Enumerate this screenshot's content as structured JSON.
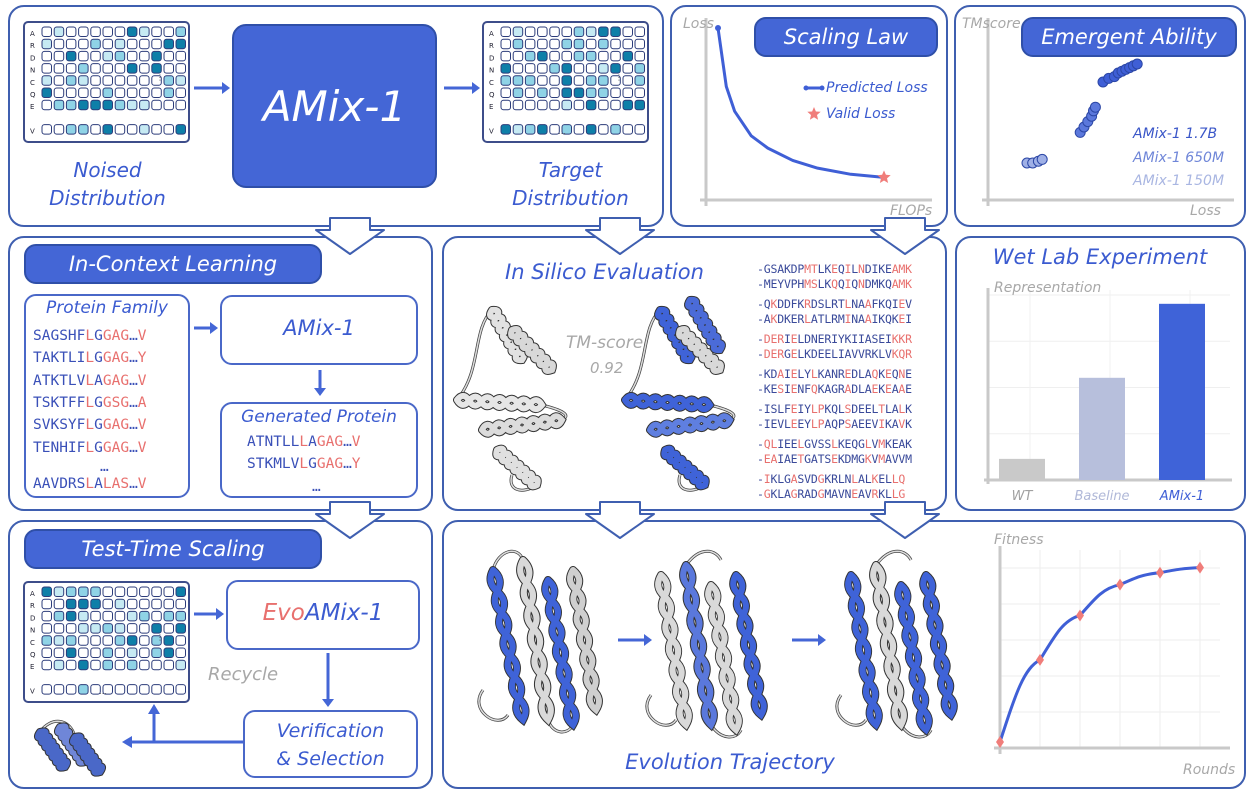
{
  "top": {
    "amix_box": "AMix-1",
    "noised_label_1": "Noised",
    "noised_label_2": "Distribution",
    "target_label_1": "Target",
    "target_label_2": "Distribution",
    "msa_rows": [
      "A",
      "R",
      "D",
      "N",
      "C",
      "Q",
      "E",
      "",
      "V"
    ]
  },
  "scaling": {
    "title": "Scaling Law",
    "ylabel": "Loss",
    "xlabel": "FLOPs",
    "legend_line": "Predicted Loss",
    "legend_star": "Valid Loss"
  },
  "emergent": {
    "title": "Emergent Ability",
    "ylabel": "TMscore",
    "xlabel": "Loss",
    "legend": [
      "AMix-1 1.7B",
      "AMix-1 650M",
      "AMix-1 150M"
    ]
  },
  "icl": {
    "title": "In-Context Learning",
    "family_label": "Protein Family",
    "family_seqs": [
      {
        "a": "SAGSHF",
        "b": "L",
        "c": "G",
        "d": "GAG",
        "e": "…",
        "f": "V"
      },
      {
        "a": "TAKTLI",
        "b": "L",
        "c": "G",
        "d": "GAG",
        "e": "…",
        "f": "Y"
      },
      {
        "a": "ATKTLV",
        "b": "L",
        "c": "A",
        "d": "GAG",
        "e": "…",
        "f": "V"
      },
      {
        "a": "TSKTFF",
        "b": "L",
        "c": "G",
        "d": "GSG",
        "e": "…",
        "f": "A"
      },
      {
        "a": "SVKSYF",
        "b": "L",
        "c": "G",
        "d": "GAG",
        "e": "…",
        "f": "V"
      },
      {
        "a": "TENHIF",
        "b": "L",
        "c": "G",
        "d": "GAG",
        "e": "…",
        "f": "V"
      }
    ],
    "family_dots": "…",
    "family_last": {
      "a": "AAVDRS",
      "b": "L",
      "c": "A",
      "d": "LAS",
      "e": "…",
      "f": "V"
    },
    "amix_label": "AMix-1",
    "generated_label": "Generated Protein",
    "generated_seqs": [
      {
        "a": "ATNTLL",
        "b": "L",
        "c": "A",
        "d": "GAG",
        "e": "…",
        "f": "V"
      },
      {
        "a": "STKMLV",
        "b": "L",
        "c": "G",
        "d": "GAG",
        "e": "…",
        "f": "Y"
      }
    ],
    "generated_dots": "…"
  },
  "insilico": {
    "title": "In Silico Evaluation",
    "tm_label": "TM-score",
    "tm_value": "0.92",
    "alignments": [
      [
        "-GSAKDPMTLKEQILNDIKEAMK",
        "-MEYVPHMSLKQQIQNDMKQAMK"
      ],
      [
        "-QKDDFKRDSLRTLNAAFKQIEV",
        "-AKDKERLATLRMINAAIKQKEI"
      ],
      [
        "-DERIELDNERIYKIIASEIKKR",
        "-DERGELKDEELIAVVRKLVKQR"
      ],
      [
        "-KDAIELYLKANREDLAQKEQNE",
        "-KESIENFQKAGRADLAEKEAAE"
      ],
      [
        "-ISLFEIYLPKQLSDEELTLALK",
        "-IEVLEEYLPAQPSAEEVIKAVK"
      ],
      [
        "-QLIEELGVSSLKEQGLVMKEAK",
        "-EAIAETGATSEKDMGKVMAVVM"
      ],
      [
        "-IKLGASVDGKRLNLALKELLQ",
        "-GKLAGRADGMAVNEAVRKLLG"
      ]
    ]
  },
  "wetlab": {
    "title": "Wet Lab Experiment",
    "ylabel": "Representation"
  },
  "chart_data": [
    {
      "type": "bar",
      "title": "Wet Lab Experiment",
      "ylabel": "Representation",
      "categories": [
        "WT",
        "Baseline",
        "AMix-1"
      ],
      "values": [
        0.12,
        0.58,
        1.0
      ],
      "colors": [
        "#c9c9c9",
        "#b7bfdc",
        "#3f63d8"
      ],
      "ylim": [
        0,
        1.05
      ]
    },
    {
      "type": "line",
      "title": "Scaling Law",
      "xlabel": "FLOPs",
      "ylabel": "Loss",
      "series": [
        {
          "name": "Predicted Loss",
          "x": [
            0,
            0.05,
            0.1,
            0.2,
            0.3,
            0.45,
            0.6,
            0.8,
            1.0
          ],
          "y": [
            1.0,
            0.62,
            0.46,
            0.3,
            0.22,
            0.14,
            0.09,
            0.05,
            0.03
          ]
        },
        {
          "name": "Valid Loss",
          "x": [
            1.0
          ],
          "y": [
            0.03
          ]
        }
      ]
    },
    {
      "type": "scatter",
      "title": "Emergent Ability",
      "xlabel": "Loss",
      "ylabel": "TMscore",
      "series": [
        {
          "name": "AMix-1 1.7B",
          "x": [
            0.5,
            0.53,
            0.56,
            0.58,
            0.6,
            0.62,
            0.64,
            0.66,
            0.68
          ],
          "y": [
            0.6,
            0.62,
            0.63,
            0.65,
            0.66,
            0.67,
            0.68,
            0.69,
            0.7
          ]
        },
        {
          "name": "AMix-1 650M",
          "x": [
            0.38,
            0.4,
            0.42,
            0.44,
            0.45,
            0.46
          ],
          "y": [
            0.32,
            0.35,
            0.38,
            0.41,
            0.44,
            0.46
          ]
        },
        {
          "name": "AMix-1 150M",
          "x": [
            0.1,
            0.13,
            0.16,
            0.18
          ],
          "y": [
            0.15,
            0.15,
            0.16,
            0.17
          ]
        }
      ],
      "colors": [
        "#3f5fd6",
        "#5b78dc",
        "#9fb0e6"
      ]
    },
    {
      "type": "line",
      "title": "Evolution Trajectory",
      "xlabel": "Rounds",
      "ylabel": "Fitness",
      "series": [
        {
          "name": "Fitness",
          "x": [
            0,
            1,
            2,
            3,
            4,
            5
          ],
          "y": [
            0.0,
            0.48,
            0.74,
            0.92,
            0.99,
            1.02
          ]
        }
      ]
    }
  ],
  "tts": {
    "title": "Test-Time Scaling",
    "evo_prefix": "Evo",
    "evo_suffix": "AMix-1",
    "recycle": "Recycle",
    "verify_1": "Verification",
    "verify_2": "& Selection"
  },
  "evo": {
    "title": "Evolution Trajectory",
    "ylabel": "Fitness",
    "xlabel": "Rounds"
  }
}
